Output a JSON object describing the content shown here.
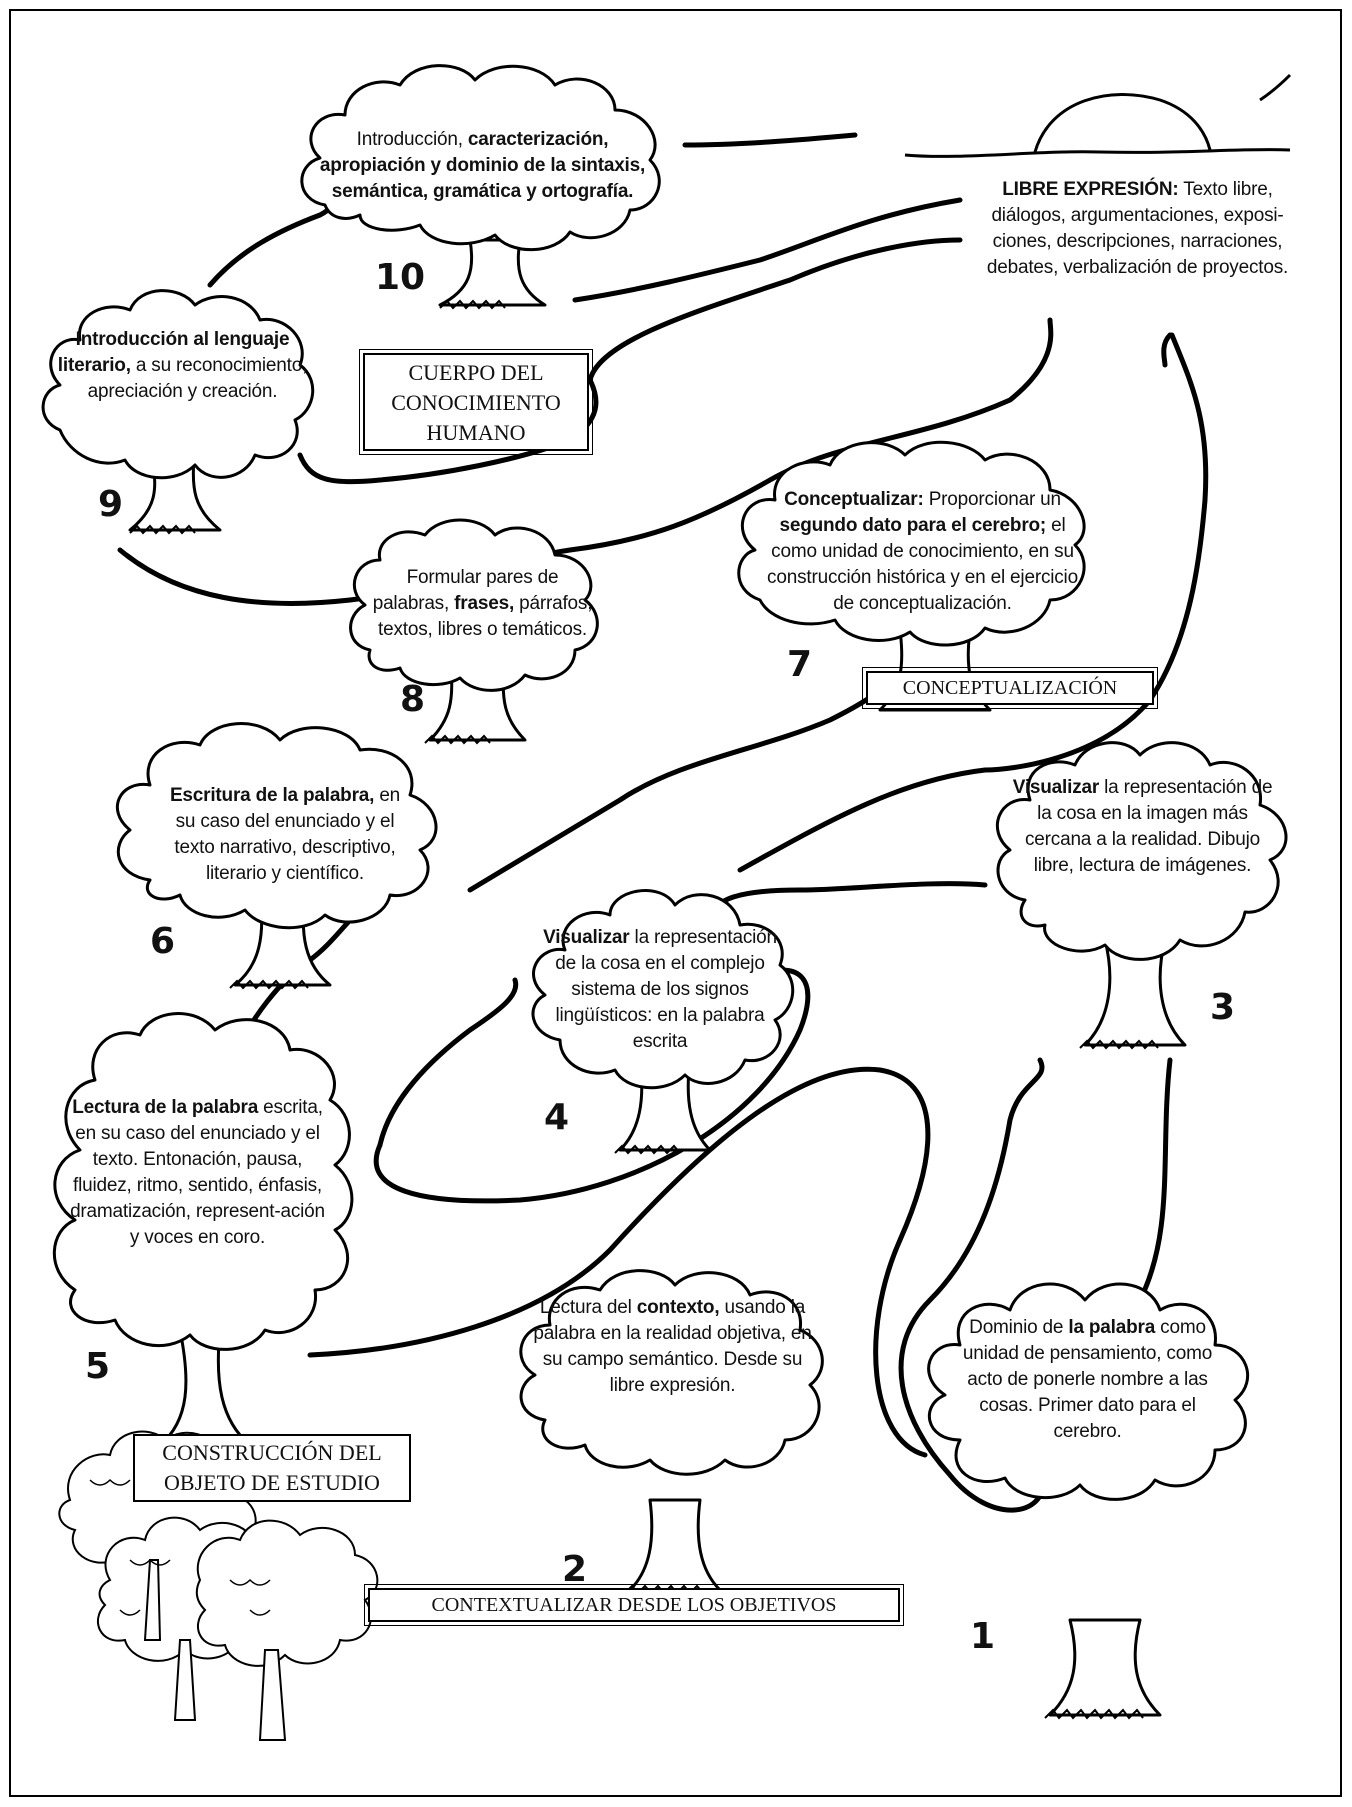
{
  "stages": [
    {
      "number": "1",
      "parts": [
        {
          "t": "Dominio de ",
          "b": false
        },
        {
          "t": "la palabra",
          "b": true
        },
        {
          "t": " como unidad de pensamiento, como acto de ponerle nombre a las cosas. Primer dato para el cerebro.",
          "b": false
        }
      ]
    },
    {
      "number": "2",
      "parts": [
        {
          "t": "Lectura del ",
          "b": false
        },
        {
          "t": "contexto,",
          "b": true
        },
        {
          "t": " usando la palabra en la realidad objetiva, en su campo semántico. Desde su libre expresión.",
          "b": false
        }
      ]
    },
    {
      "number": "3",
      "parts": [
        {
          "t": "Visualizar",
          "b": true
        },
        {
          "t": " la representación de la cosa en la imagen más cercana a la realidad. Dibujo libre, lectura de imágenes.",
          "b": false
        }
      ]
    },
    {
      "number": "4",
      "parts": [
        {
          "t": "Visualizar",
          "b": true
        },
        {
          "t": " la representación de la cosa en el complejo sistema de los signos lingüísticos: en la palabra  escrita",
          "b": false
        }
      ]
    },
    {
      "number": "5",
      "parts": [
        {
          "t": "Lectura de la palabra",
          "b": true
        },
        {
          "t": " escrita, en su caso del enunciado y el texto. Entonación, pausa, fluidez, ritmo, sentido, énfasis, dramatización, represent-ación y voces en coro.",
          "b": false
        }
      ]
    },
    {
      "number": "6",
      "parts": [
        {
          "t": "Escritura de la palabra,",
          "b": true
        },
        {
          "t": " en su caso del enunciado y el texto narrativo, descriptivo, literario y científico.",
          "b": false
        }
      ]
    },
    {
      "number": "7",
      "parts": [
        {
          "t": "Conceptualizar:",
          "b": true
        },
        {
          "t": " Proporcionar un ",
          "b": false
        },
        {
          "t": "segundo dato para el cerebro;",
          "b": true
        },
        {
          "t": " el como unidad de conocimiento, en su construcción histórica y en el ejercicio de conceptualización.",
          "b": false
        }
      ]
    },
    {
      "number": "8",
      "parts": [
        {
          "t": "Formular pares de palabras, ",
          "b": false
        },
        {
          "t": "frases,",
          "b": true
        },
        {
          "t": " párrafos, textos, libres o temáticos.",
          "b": false
        }
      ]
    },
    {
      "number": "9",
      "parts": [
        {
          "t": "Introducción al lenguaje literario,",
          "b": true
        },
        {
          "t": " a su reconocimiento, apreciación y creación.",
          "b": false
        }
      ]
    },
    {
      "number": "10",
      "parts": [
        {
          "t": "Introducción, ",
          "b": false
        },
        {
          "t": "caracterización, apropiación y dominio  de la  sintaxis, semántica, gramática y ortografía.",
          "b": true
        }
      ]
    }
  ],
  "final": {
    "parts": [
      {
        "t": "LIBRE EXPRESIÓN:",
        "b": true
      },
      {
        "t": " Texto libre, diálogos, argumentaciones, exposi-ciones, descripciones, narraciones, debates, verbalización de proyectos.",
        "b": false
      }
    ]
  },
  "labels": {
    "contextualizar": "CONTEXTUALIZAR DESDE LOS OBJETIVOS",
    "construccion": "CONSTRUCCIÓN DEL OBJETO DE ESTUDIO",
    "conceptualizacion": "CONCEPTUALIZACIÓN",
    "cuerpo": "CUERPO DEL CONOCIMIENTO HUMANO"
  },
  "colors": {
    "ink": "#000000",
    "paper": "#ffffff"
  }
}
